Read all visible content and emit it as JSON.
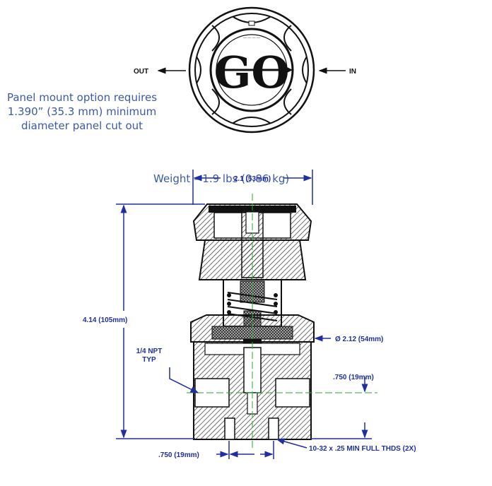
{
  "knob": {
    "logo_text": "GO",
    "out_label": "OUT",
    "in_label": "IN"
  },
  "notes": {
    "panel_mount": [
      "Panel mount option requires",
      "1.390” (35.3 mm) minimum",
      "diameter panel cut out"
    ],
    "weight": "Weight – 1.9 lbs (0.86 kg)"
  },
  "dimensions": {
    "width": "2.1 (53mm)",
    "height": "4.14 (105mm)",
    "diameter": "Ø 2.12 (54mm)",
    "port_offset": ".750 (19mm)",
    "bottom_spacing": ".750 (19mm)",
    "npt_line1": "1/4 NPT",
    "npt_line2": "TYP",
    "thread": "10-32 x .25 MIN FULL THDS (2X)"
  },
  "colors": {
    "dimension": "#1f2fa0",
    "note": "#3a5aa8",
    "centerline": "#22aa33"
  }
}
